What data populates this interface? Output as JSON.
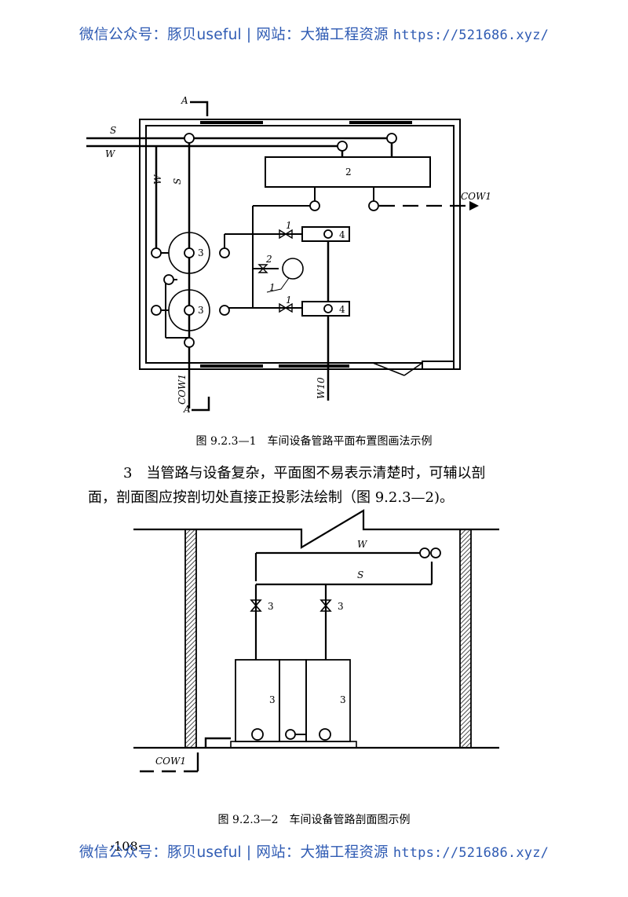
{
  "watermark": {
    "text": "微信公众号：豚贝useful | 网站：大猫工程资源",
    "url": "https://521686.xyz/"
  },
  "figure1": {
    "labels": {
      "S": "S",
      "W": "W",
      "A": "A",
      "COW1": "COW1",
      "W10": "W10",
      "item1": "1",
      "item2": "2",
      "item3": "3",
      "item4": "4"
    },
    "caption": "图 9.2.3—1　车间设备管路平面布置图画法示例"
  },
  "paragraph": {
    "line1": "3　当管路与设备复杂，平面图不易表示清楚时，可辅以剖",
    "line2": "面，剖面图应按剖切处直接正投影法绘制（图 9.2.3—2)。"
  },
  "figure2": {
    "labels": {
      "W": "W",
      "S": "S",
      "item3": "3",
      "COW1": "COW1"
    },
    "caption": "图 9.2.3—2　车间设备管路剖面图示例"
  },
  "page_number": "·108·"
}
